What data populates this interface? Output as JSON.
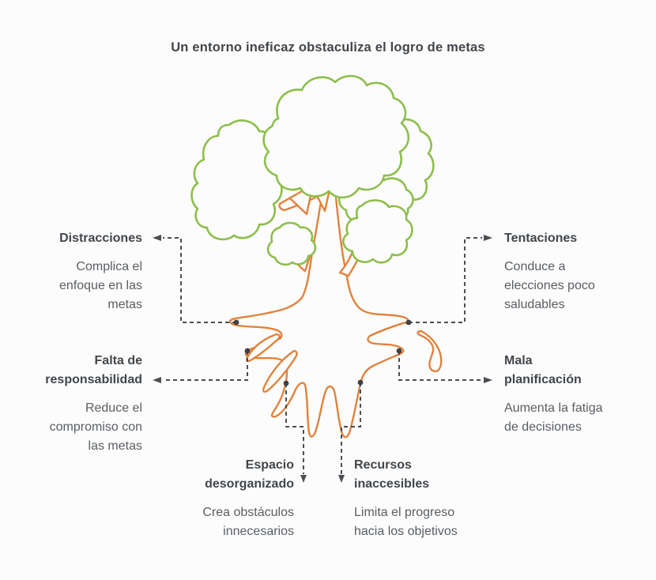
{
  "title": "Un entorno ineficaz obstaculiza el logro de metas",
  "colors": {
    "background": "#FCFCFC",
    "canopy_green": "#8CBE4B",
    "trunk_orange": "#E1823C",
    "heading_text": "#41464B",
    "body_text": "#595E63",
    "connector": "#4B4E52",
    "dot": "#3E4145"
  },
  "labels": {
    "distracciones": {
      "heading": "Distracciones",
      "body": "Complica el\nenfoque en las\nmetas"
    },
    "tentaciones": {
      "heading": "Tentaciones",
      "body": "Conduce a\nelecciones poco\nsaludables"
    },
    "falta": {
      "heading": "Falta de\nresponsabilidad",
      "body": "Reduce el\ncompromiso con\nlas metas"
    },
    "mala": {
      "heading": "Mala\nplanificación",
      "body": "Aumenta la fatiga\nde decisiones"
    },
    "espacio": {
      "heading": "Espacio\ndesorganizado",
      "body": "Crea obstáculos\ninnecesarios"
    },
    "recursos": {
      "heading": "Recursos\ninaccesibles",
      "body": "Limita el progreso\nhacia los objetivos"
    }
  }
}
